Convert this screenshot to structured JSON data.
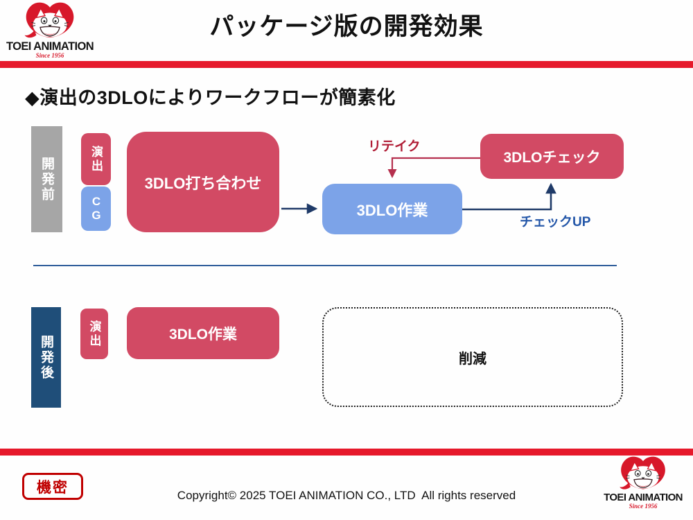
{
  "slide": {
    "title": "パッケージ版の開発効果",
    "heading": "◆演出の3DLOによりワークフローが簡素化"
  },
  "logo": {
    "name": "TOEI ANIMATION",
    "since": "Since 1956"
  },
  "workflow_before": {
    "phase": "開発前",
    "role_direction": "演出",
    "role_cg": "CG",
    "meeting": "3DLO打ち合わせ",
    "work": "3DLO作業",
    "check": "3DLOチェック",
    "retake": "リテイク",
    "checkup": "チェックUP"
  },
  "workflow_after": {
    "phase": "開発後",
    "role_direction": "演出",
    "work": "3DLO作業",
    "reduction": "削減"
  },
  "footer": {
    "confidential": "機密",
    "copyright": "Copyright© 2025 TOEI ANIMATION CO., LTD  All rights reserved"
  },
  "colors": {
    "accent-red": "#e6192b",
    "box-red": "#d24a64",
    "box-blue": "#7ca3e8",
    "box-gray": "#a6a6a6",
    "box-navy": "#1f4e79",
    "arrow-navy": "#1f3a68",
    "arrow-crimson": "#b5304e",
    "retake-text": "#b01c35",
    "checkup-text": "#2356a8",
    "divider-blue": "#2f5d9b",
    "stamp-red": "#c00000",
    "logo-red": "#d7182a"
  }
}
